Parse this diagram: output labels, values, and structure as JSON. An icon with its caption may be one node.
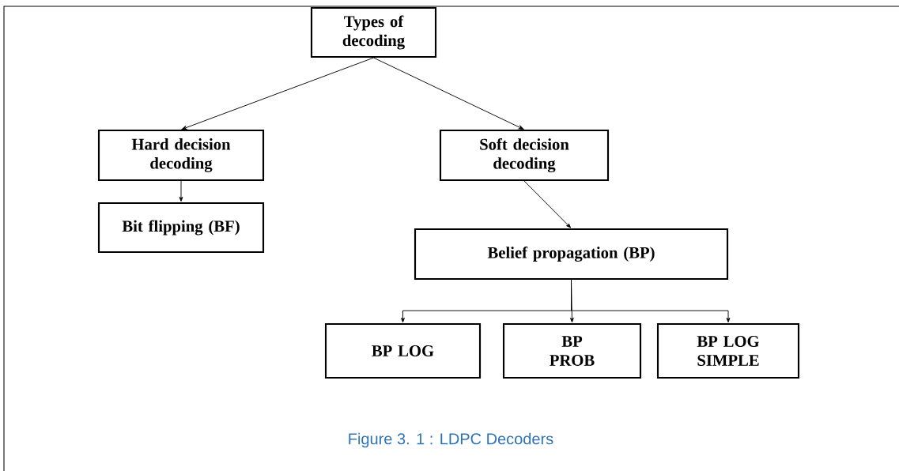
{
  "diagram": {
    "caption": "Figure 3. 1 : LDPC Decoders",
    "nodes": [
      {
        "text": [
          "Types of decoding"
        ]
      },
      {
        "text": [
          "Hard decision decoding"
        ]
      },
      {
        "text": [
          "Soft decision decoding"
        ]
      },
      {
        "text": [
          "Bit flipping (BF)"
        ]
      },
      {
        "text": [
          "Belief propagation (BP)"
        ]
      },
      {
        "text": [
          "BP LOG"
        ]
      },
      {
        "text": [
          "BP PROB"
        ]
      },
      {
        "text": [
          "BP LOG SIMPLE"
        ]
      }
    ],
    "edges": [
      {
        "from": 0,
        "to": 1,
        "arrow": "to"
      },
      {
        "from": 0,
        "to": 2,
        "arrow": "to"
      },
      {
        "from": 1,
        "to": 3,
        "arrow": "to"
      },
      {
        "from": 2,
        "to": 4,
        "arrow": "to"
      },
      {
        "from": 4,
        "to": 5,
        "arrow": "to"
      },
      {
        "from": 4,
        "to": 6,
        "arrow": "to"
      },
      {
        "from": 4,
        "to": 7,
        "arrow": "to"
      }
    ]
  }
}
